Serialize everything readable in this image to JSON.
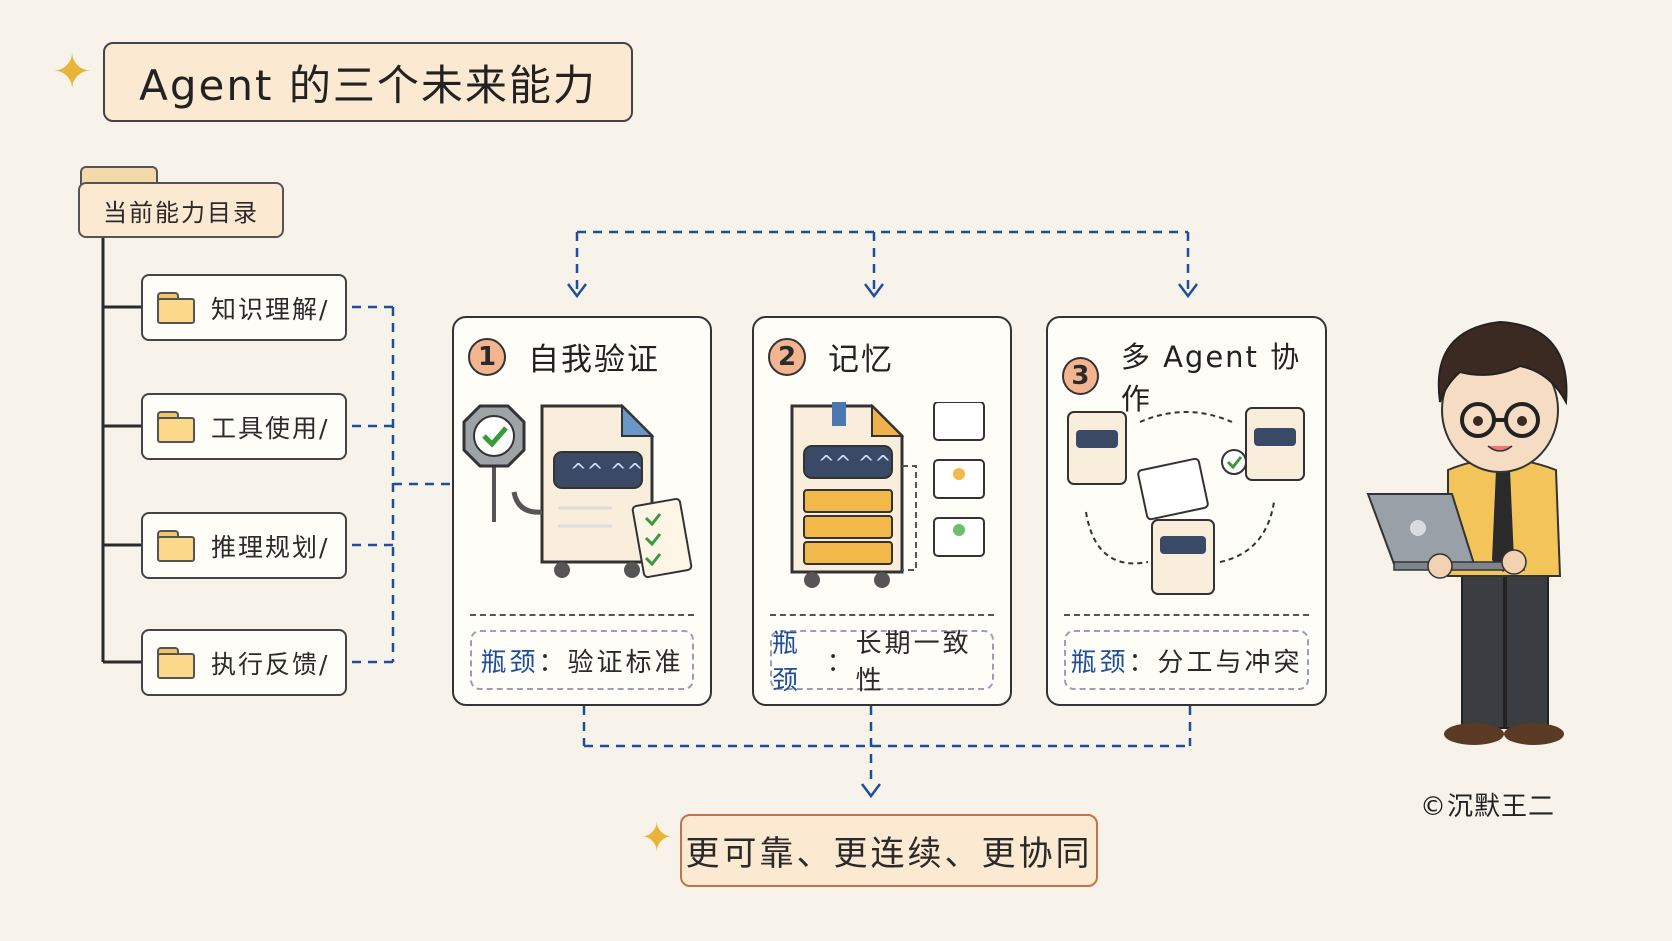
{
  "title": "Agent 的三个未来能力",
  "tree": {
    "root_label": "当前能力目录",
    "items": [
      {
        "label": "知识理解/"
      },
      {
        "label": "工具使用/"
      },
      {
        "label": "推理规划/"
      },
      {
        "label": "执行反馈/"
      }
    ]
  },
  "cards": [
    {
      "number": "1",
      "title": "自我验证",
      "bottleneck_key": "瓶颈",
      "bottleneck_sep": "：",
      "bottleneck_value": "验证标准"
    },
    {
      "number": "2",
      "title": "记忆",
      "bottleneck_key": "瓶颈",
      "bottleneck_sep": "：",
      "bottleneck_value": "长期一致性"
    },
    {
      "number": "3",
      "title": "多 Agent 协作",
      "bottleneck_key": "瓶颈",
      "bottleneck_sep": "：",
      "bottleneck_value": "分工与冲突"
    }
  ],
  "conclusion": "更可靠、更连续、更协同",
  "credit": "©沉默王二",
  "colors": {
    "accent_blue": "#1f4f9a",
    "card_number_fill": "#f2b58f",
    "highlight_fill": "#fbe9d2",
    "sparkle": "#e8b43a"
  }
}
